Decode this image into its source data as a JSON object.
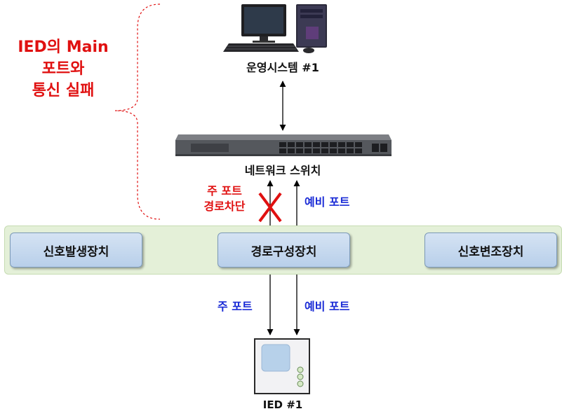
{
  "left_note": {
    "lines": [
      "IED의 Main",
      "포트와",
      "통신 실패"
    ],
    "color": "#e01010"
  },
  "nodes": {
    "operation_system": "운영시스템 #1",
    "network_switch": "네트워크 스위치",
    "signal_generator": "신호발생장치",
    "path_config": "경로구성장치",
    "signal_modulator": "신호변조장치",
    "ied": "IED #1"
  },
  "labels": {
    "main_port_blocked": [
      "주 포트",
      "경로차단"
    ],
    "spare_port_upper": "예비 포트",
    "main_port_lower": "주 포트",
    "spare_port_lower": "예비 포트"
  },
  "colors": {
    "band": "#e4f0d8",
    "box": "#c8daf0",
    "blue_text": "#1a2bd6",
    "red_text": "#e01010"
  }
}
